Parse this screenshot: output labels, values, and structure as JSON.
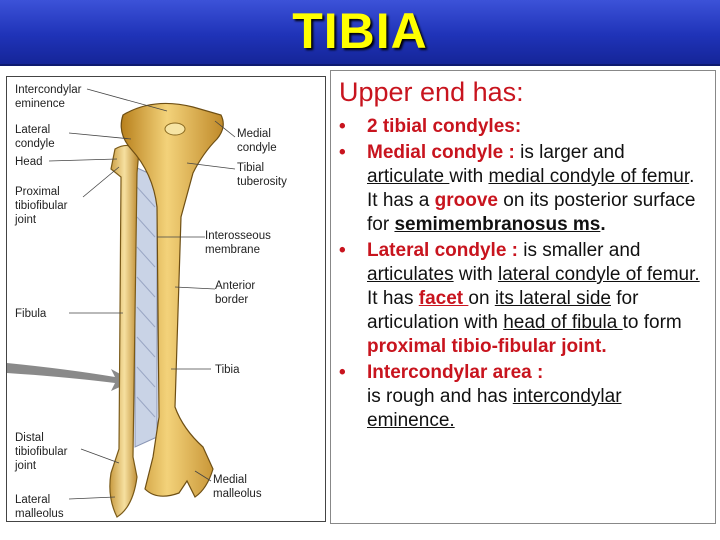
{
  "title": "TIBIA",
  "figure": {
    "labels": {
      "intercondylar_eminence": [
        "Intercondylar",
        "eminence"
      ],
      "lateral_condyle": [
        "Lateral",
        "condyle"
      ],
      "head": "Head",
      "proximal_joint": [
        "Proximal",
        "tibiofibular",
        "joint"
      ],
      "fibula": "Fibula",
      "distal_joint": [
        "Distal",
        "tibiofibular",
        "joint"
      ],
      "lateral_malleolus": [
        "Lateral",
        "malleolus"
      ],
      "medial_condyle": [
        "Medial",
        "condyle"
      ],
      "tibial_tuberosity": [
        "Tibial",
        "tuberosity"
      ],
      "interosseous_membrane": [
        "Interosseous",
        "membrane"
      ],
      "anterior_border": [
        "Anterior",
        "border"
      ],
      "tibia": "Tibia",
      "medial_malleolus": [
        "Medial",
        "malleolus"
      ]
    }
  },
  "panel": {
    "heading": "Upper end has:",
    "b1": {
      "text": "2 tibial condyles:"
    },
    "b2": {
      "label": "Medial condyle :",
      "t1": " is larger and ",
      "u1": "articulate ",
      "t2": "with ",
      "u2": "medial condyle of femur",
      "t3": ". It has a ",
      "groove": "groove",
      "t4": " on its posterior surface for ",
      "muscle": "semimembranosus ms",
      "t5": "."
    },
    "b3": {
      "label": "Lateral condyle :",
      "t1": " is smaller and ",
      "u1": "articulates",
      "t2": " with ",
      "u2": "lateral condyle of femur.",
      "t3": "It has ",
      "facet": "facet ",
      "t4": "on ",
      "u3": "its lateral side",
      "t5": " for articulation with ",
      "u4": "head of fibula ",
      "t6": "to form ",
      "joint": "proximal tibio-fibular joint."
    },
    "b4": {
      "label": "Intercondylar area :",
      "t1": "is rough and has ",
      "u1": "intercondylar eminence."
    }
  }
}
